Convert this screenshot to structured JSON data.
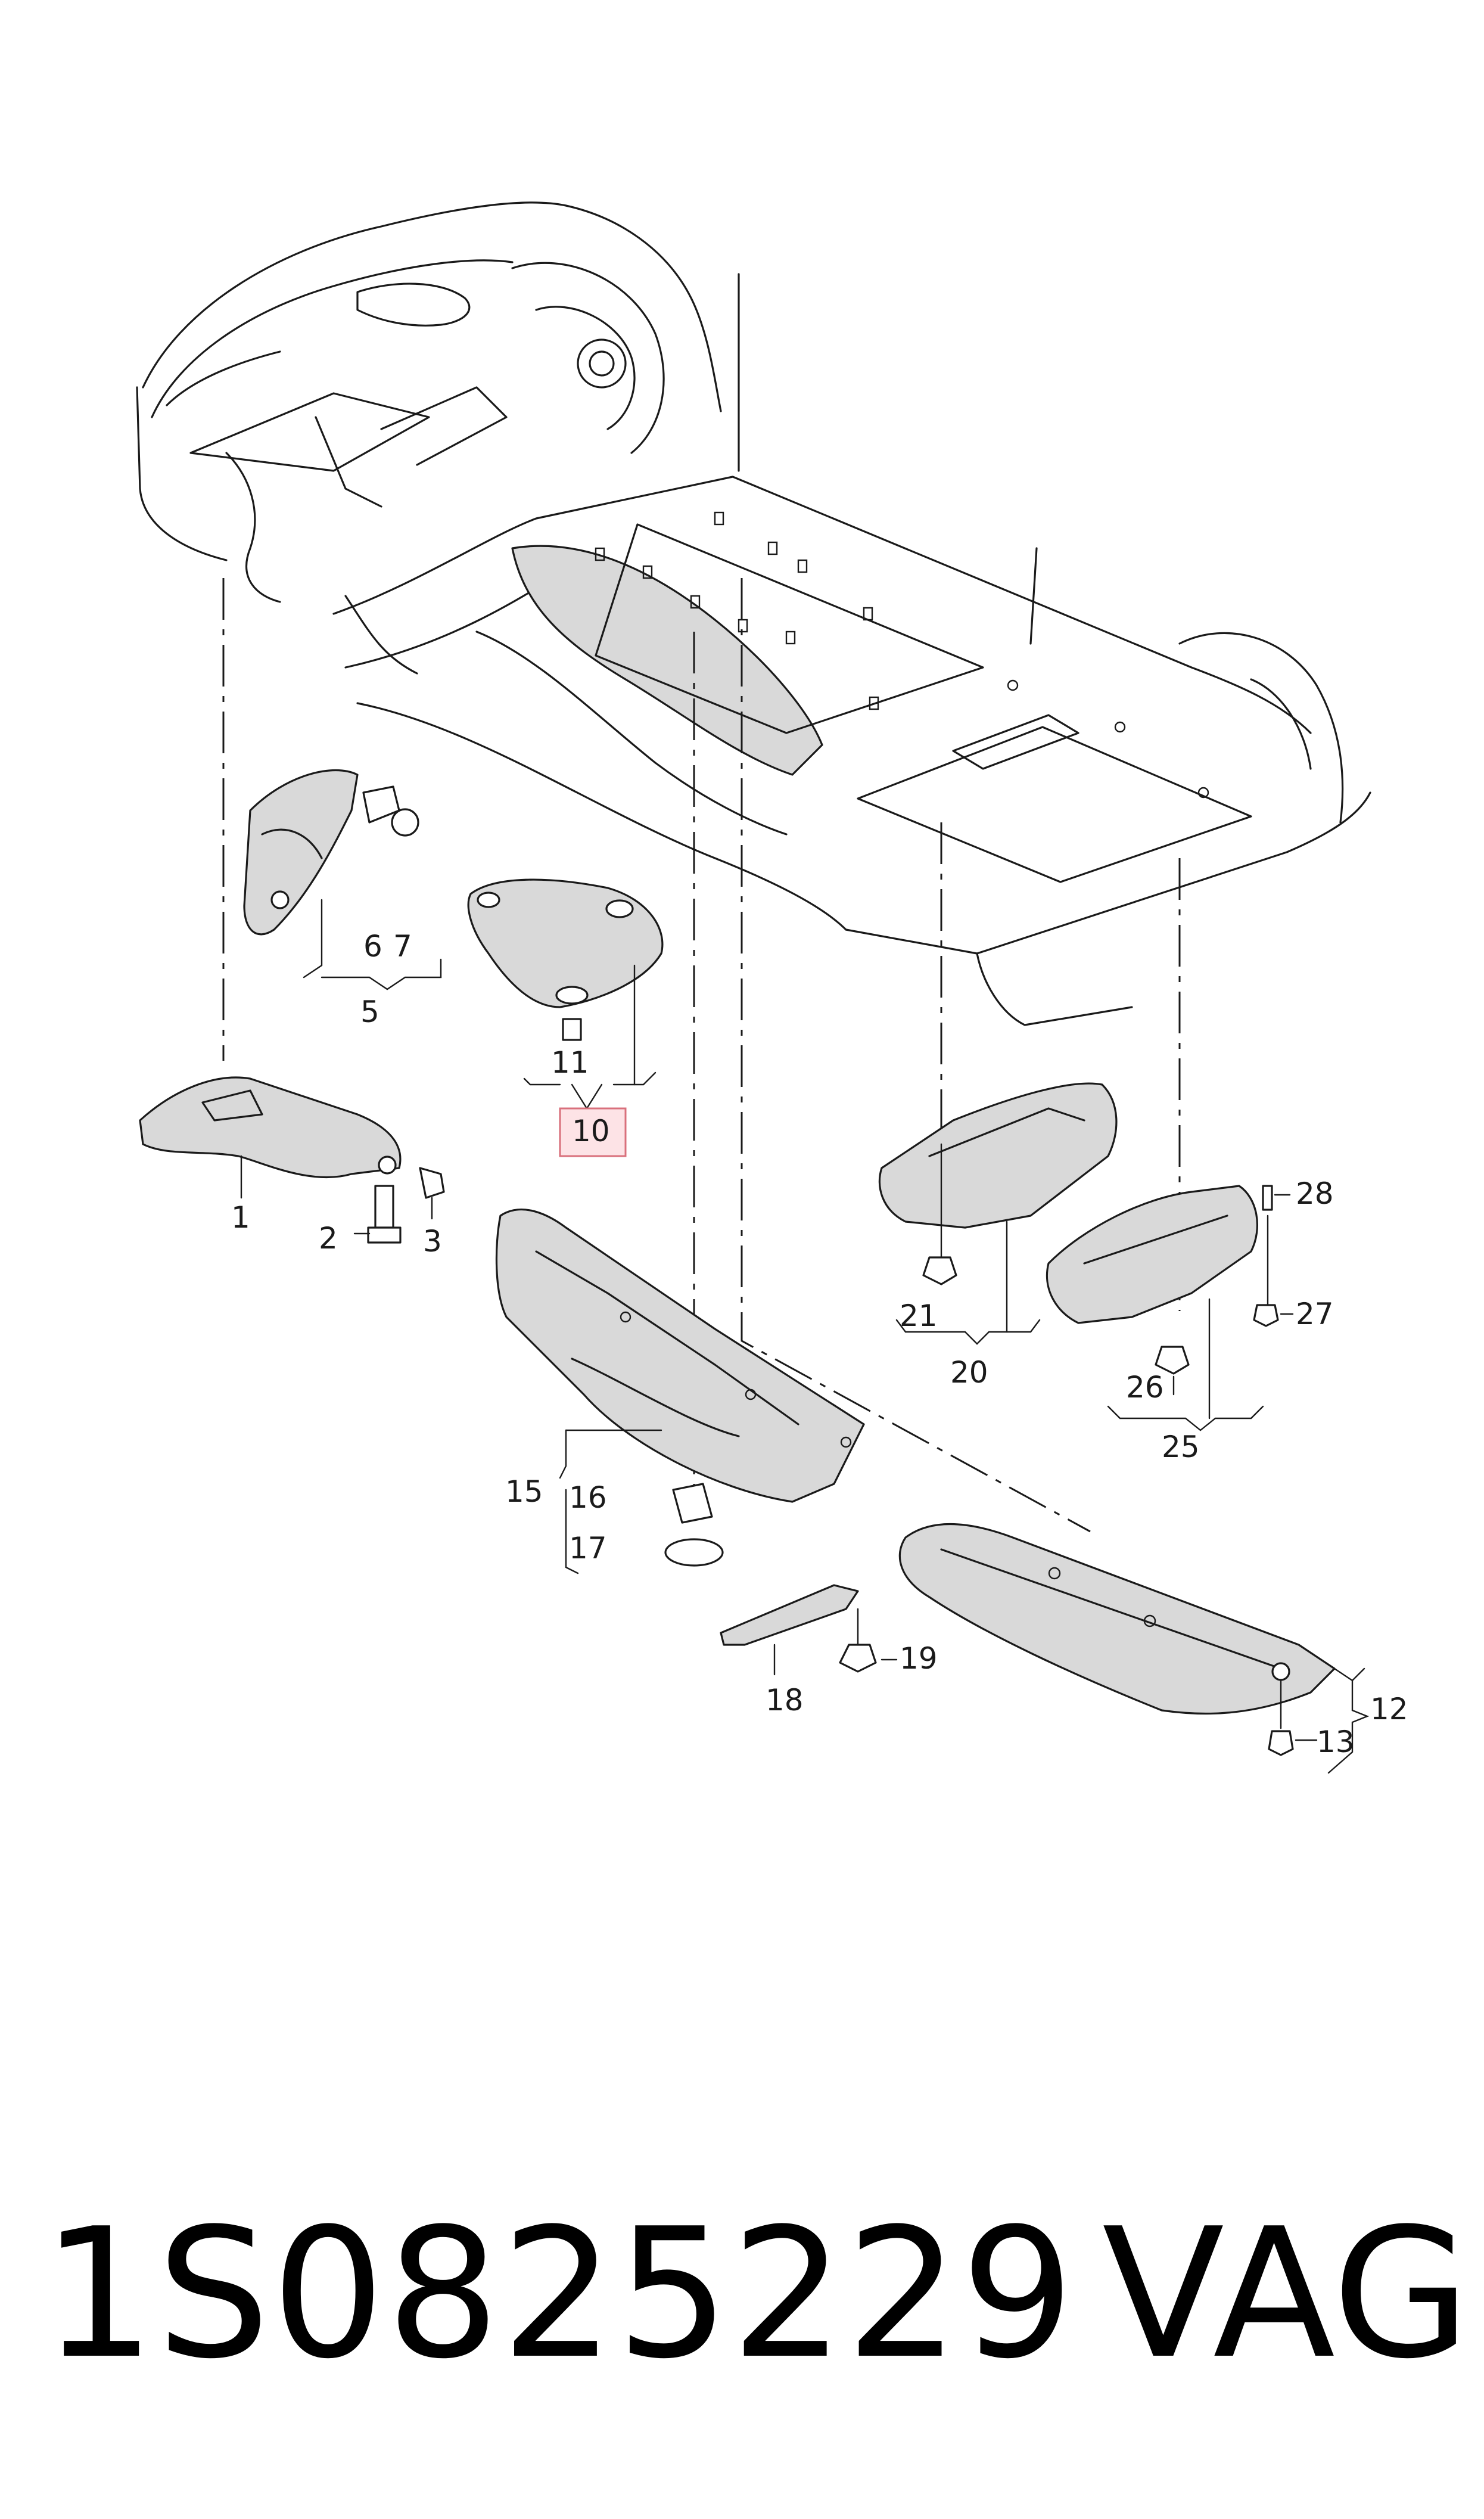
{
  "callouts": {
    "c1": "1",
    "c2": "2",
    "c3": "3",
    "c5": "5",
    "c6": "6",
    "c7": "7",
    "c10": "10",
    "c11": "11",
    "c12": "12",
    "c13": "13",
    "c15": "15",
    "c16": "16",
    "c17": "17",
    "c18": "18",
    "c19": "19",
    "c20": "20",
    "c21": "21",
    "c25": "25",
    "c26": "26",
    "c27": "27",
    "c28": "28"
  },
  "highlight_color": "#fde3e6",
  "footer": {
    "part_number": "1S0825229",
    "brand": "VAG"
  }
}
